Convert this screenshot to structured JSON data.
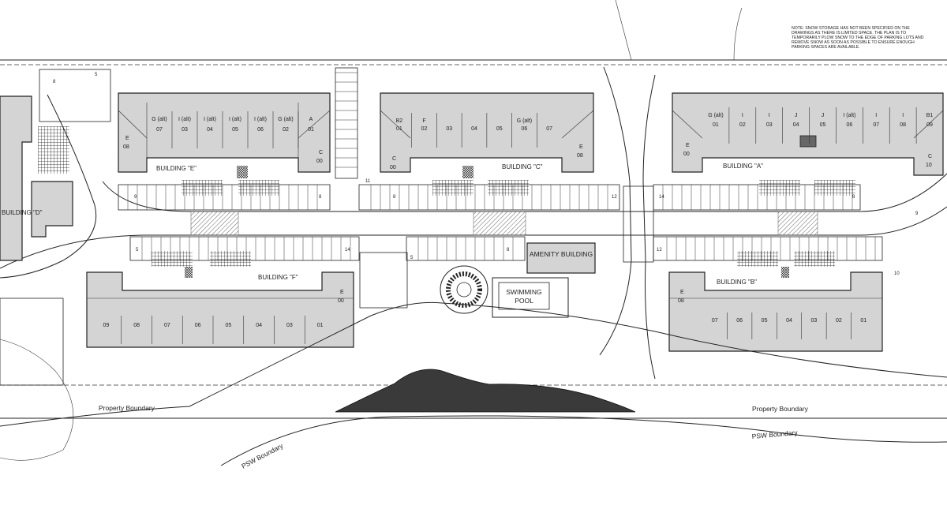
{
  "note": [
    "NOTE: SNOW STORAGE HAS NOT BEEN SPECIFIED ON THE",
    "DRAWINGS AS THERE IS LIMITED SPACE. THE PLAN IS TO",
    "TEMPORARILY PLOW SNOW TO THE EDGE OF PARKING LOTS AND",
    "REMOVE SNOW AS SOON AS POSSIBLE TO ENSURE ENOUGH",
    "PARKING SPACES ARE AVAILABLE."
  ],
  "buildings": {
    "e": {
      "name": "BUILDING \"E\"",
      "units": [
        "07",
        "03",
        "04",
        "05",
        "06",
        "02",
        "01"
      ],
      "top": [
        "G (alt)",
        "I (alt)",
        "I (alt)",
        "I (alt)",
        "I (alt)",
        "G (alt)",
        "A"
      ]
    },
    "c": {
      "name": "BUILDING \"C\"",
      "units": [
        "01",
        "02",
        "03",
        "04",
        "05",
        "06",
        "07"
      ],
      "top": [
        "B2",
        "F",
        "",
        "",
        "",
        "G (alt)",
        ""
      ]
    },
    "a": {
      "name": "BUILDING \"A\"",
      "units": [
        "01",
        "02",
        "03",
        "04",
        "05",
        "06",
        "07",
        "08",
        "09"
      ],
      "top": [
        "G (alt)",
        "I",
        "I",
        "J",
        "J",
        "I (alt)",
        "I",
        "I",
        "B1"
      ]
    },
    "d": {
      "name": "BUILDING \"D\""
    },
    "f": {
      "name": "BUILDING \"F\"",
      "units": [
        "09",
        "08",
        "07",
        "06",
        "05",
        "04",
        "03",
        "01"
      ]
    },
    "b": {
      "name": "BUILDING \"B\"",
      "units": [
        "07",
        "06",
        "05",
        "04",
        "03",
        "02",
        "01"
      ]
    }
  },
  "side_units": {
    "e_left": [
      "E",
      "08"
    ],
    "e_right": [
      "C",
      "00"
    ],
    "c_left": [
      "C",
      "00"
    ],
    "c_right": [
      "E",
      "08"
    ],
    "a_left": [
      "E",
      "00"
    ],
    "a_right": [
      "C",
      "10"
    ],
    "f_right": [
      "E",
      "00"
    ],
    "b_left": [
      "E",
      "08"
    ]
  },
  "amenity": "AMENITY BUILDING",
  "pool": [
    "SWIMMING",
    "POOL"
  ],
  "boundaries": {
    "property_left": "Property Boundary",
    "property_right": "Property Boundary",
    "psw_left": "PSW Boundary",
    "psw_right": "PSW Boundary"
  },
  "parking_counts": [
    "9",
    "8",
    "11",
    "8",
    "12",
    "14",
    "8",
    "9",
    "5",
    "14",
    "5",
    "8",
    "12",
    "10",
    "8",
    "5"
  ],
  "colors": {
    "building_fill": "#d4d4d4",
    "line": "#222222",
    "hill_fill": "#3a3a3a",
    "hatch": "#b0b0b0"
  }
}
